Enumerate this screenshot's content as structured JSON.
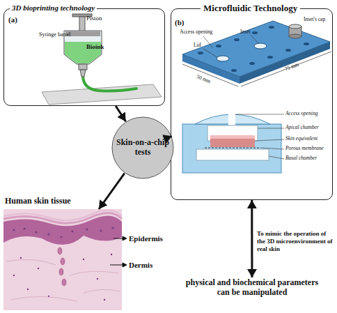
{
  "diagram": {
    "nodes": [
      {
        "text": [
          "3D bioprinting technology"
        ]
      },
      {
        "text": [
          "Microfluidic Technology"
        ]
      },
      {
        "text": [
          "Skin-on-a-chip tests"
        ]
      },
      {
        "text": [
          "Human skin tissue"
        ]
      },
      {
        "text": [
          "physical and biochemical parameters can be manipulated"
        ]
      }
    ],
    "edges": [
      {
        "from": 0,
        "to": 2,
        "arrow": "to"
      },
      {
        "from": 1,
        "to": 2,
        "arrow": "to"
      },
      {
        "from": 2,
        "to": 3,
        "arrow": "to"
      },
      {
        "from": 1,
        "to": 4,
        "label": "To mimic the operation of the 3D microenvironment of real skin",
        "arrow": "both"
      }
    ],
    "labels": [
      "(a)",
      "Piston",
      "Syringe barrel",
      "Bioink",
      "(b)",
      "Access opening",
      "Lid",
      "Inset",
      "Inset's cap",
      "50 mm",
      "75 mm",
      "Access opening",
      "Apical chamber",
      "Skin equivalent",
      "Porous membrane",
      "Basal chamber",
      "Epidermis",
      "Dermis"
    ]
  }
}
